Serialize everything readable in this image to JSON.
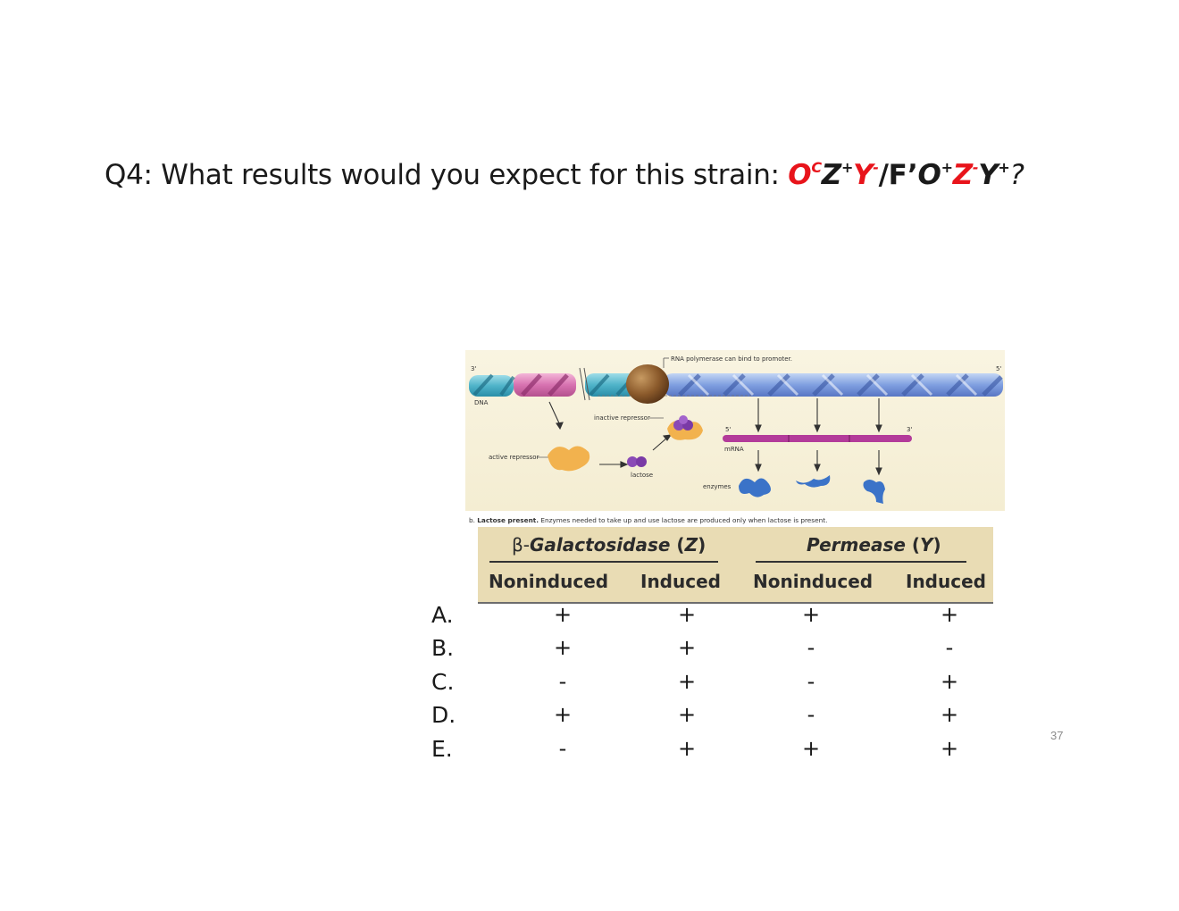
{
  "question": {
    "prefix": "Q4: What results would you expect for this strain: ",
    "g1": "O",
    "g1sup": "C",
    "g2": "Z",
    "g2sup": "+",
    "g3": "Y",
    "g3sup": "-",
    "sep": "/F’",
    "g4": "O",
    "g4sup": "+",
    "g5": "Z",
    "g5sup": "-",
    "g6": "Y",
    "g6sup": "+",
    "suffix": "?"
  },
  "figure": {
    "label_3prime_left": "3'",
    "label_5prime_right": "5'",
    "label_dna": "DNA",
    "label_polymerase": "RNA polymerase can bind to promoter.",
    "label_inactive": "inactive repressor",
    "label_active": "active repressor",
    "label_lactose": "lactose",
    "label_mrna": "mRNA",
    "label_mrna_5": "5'",
    "label_mrna_3": "3'",
    "label_enzymes": "enzymes",
    "caption_prefix": "b. ",
    "caption_bold": "Lactose present.",
    "caption_rest": " Enzymes needed to take up and use lactose are produced only when lactose is present."
  },
  "table": {
    "group1_pre": "β-",
    "group1": "Galactosidase",
    "group1_gene": "Z",
    "group2": "Permease",
    "group2_gene": "Y",
    "col1": "Noninduced",
    "col2": "Induced",
    "col3": "Noninduced",
    "col4": "Induced"
  },
  "options": [
    {
      "letter": "A.",
      "cells": [
        "+",
        "+",
        "+",
        "+"
      ]
    },
    {
      "letter": "B.",
      "cells": [
        "+",
        "+",
        "-",
        "-"
      ]
    },
    {
      "letter": "C.",
      "cells": [
        "-",
        "+",
        "-",
        "+"
      ]
    },
    {
      "letter": "D.",
      "cells": [
        "+",
        "+",
        "-",
        "+"
      ]
    },
    {
      "letter": "E.",
      "cells": [
        "-",
        "+",
        "+",
        "+"
      ]
    }
  ],
  "page_number": "37"
}
